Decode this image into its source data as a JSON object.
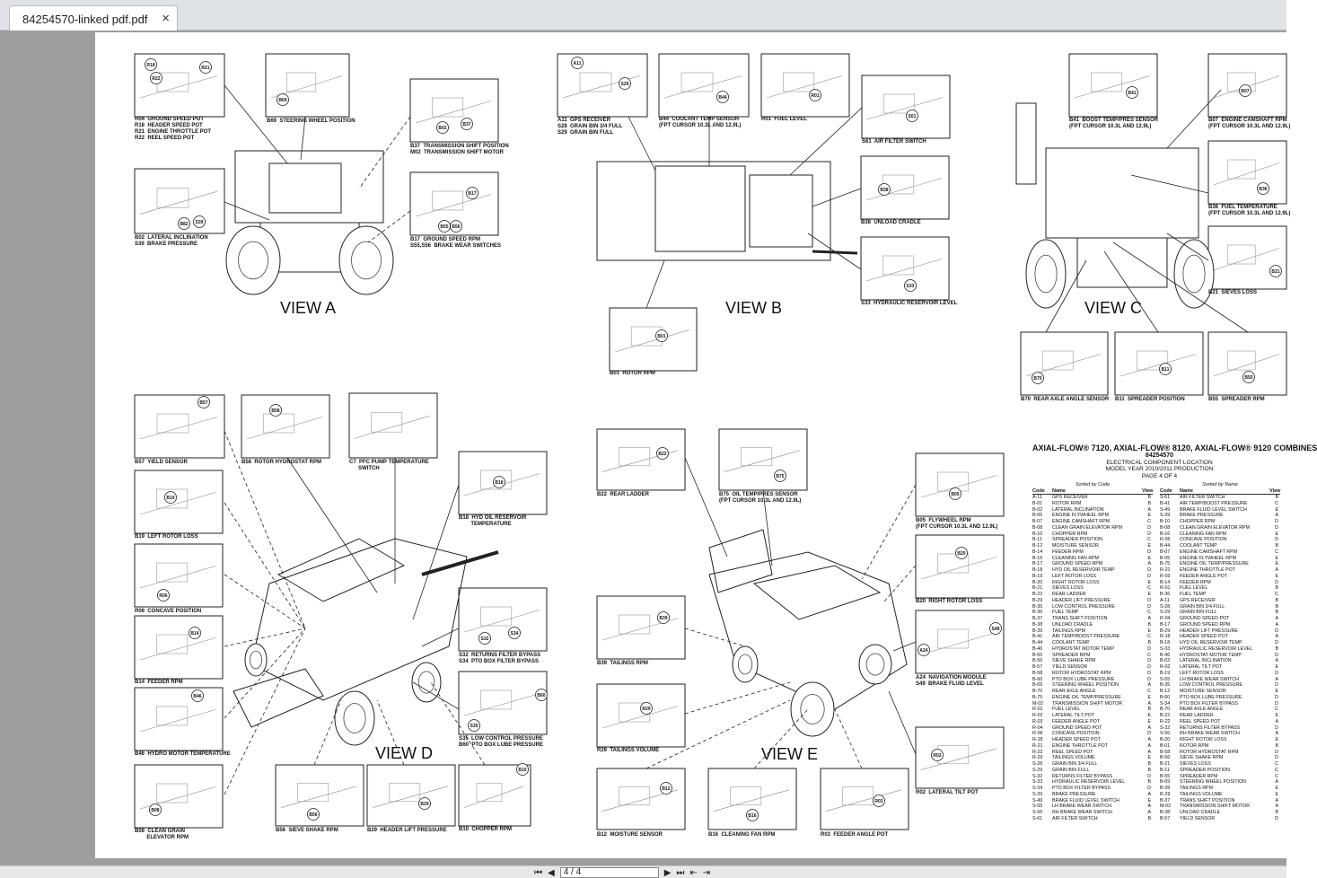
{
  "tab": {
    "title": "84254570-linked pdf.pdf",
    "close": "×"
  },
  "nav": {
    "page_field": "4 / 4"
  },
  "views": [
    "VIEW A",
    "VIEW B",
    "VIEW C",
    "VIEW D",
    "VIEW E"
  ],
  "captions": {
    "a1": "R04  GROUND SPEED POT\nR18  HEADER SPEED POT\nR21  ENGINE THROTTLE POT\nR22  REEL SPEED POT",
    "a2": "B69  STEERING WHEEL POSITION",
    "a3": "B37  TRANSMISSION SHIFT POSITION\nM02  TRANSMISSION SHIFT MOTOR",
    "a4": "B02  LATERAL INCLINATION\nS39  BRAKE PRESSURE",
    "a5": "B17  GROUND SPEED RPM\nS55,S56  BRAKE WEAR SWITCHES",
    "b1": "A11  GPS RECEIVER\nS28  GRAIN BIN 3/4 FULL\nS29  GRAIN BIN FULL",
    "b2": "B44  COOLANT TEMP SENSOR\n(FPT CURSOR 10.3L AND 12.9L)",
    "b3": "R01  FUEL LEVEL",
    "b4": "S61  AIR FILTER SWITCH",
    "b5": "B38  UNLOAD CRADLE",
    "b6": "S33  HYDRAULIC RESERVOIR LEVEL",
    "b7": "B01  ROTOR RPM",
    "c1": "B41  BOOST TEMP/PRES SENSOR\n(FPT CURSOR 10.3L AND 12.9L)",
    "c2": "B07  ENGINE CAMSHAFT RPM\n(FPT CURSOR 10.3L AND 12.9L)",
    "c3": "B36  FUEL TEMPERATURE\n(FPT CURSOR 10.3L AND 12.9L)",
    "c4": "B21  SIEVES LOSS",
    "c5": "B70  REAR AXLE ANGLE SENSOR",
    "c6": "B11  SPREADER POSITION",
    "c7": "B55  SPREADER RPM",
    "d1": "B57  YIELD SENSOR",
    "d2": "B58  ROTOR HYDROSTAT RPM",
    "d3": "C7  PFC PUMP TEMPERATURE\n      SWITCH",
    "d4": "B18  HYD OIL RESERVOIR\n        TEMPERATURE",
    "d5": "B19  LEFT ROTOR LOSS",
    "d6": "R06  CONCAVE POSITION",
    "d7": "B14  FEEDER RPM",
    "d8": "B46  HYDRO MOTOR TEMPERATURE",
    "d9": "B08  CLEAN GRAIN\n        ELEVATOR RPM",
    "d10": "S32  RETURNS FILTER BYPASS\nS34  PTO BOX FILTER BYPASS",
    "d11": "S35  LOW CONTROL PRESSURE\nB60  PTO BOX LUBE PRESSURE",
    "d12": "B56  SIEVE SHAKE RPM",
    "d13": "B29  HEADER LIFT PRESSURE",
    "d14": "B10  CHOPPER RPM",
    "e1": "B22  REAR LADDER",
    "e2": "B75  OIL TEMP/PRES SENSOR\n(FPT CURSOR 10.3L AND 12.9L)",
    "e3": "B05  FLYWHEEL RPM\n(FPT CURSOR 10.3L AND 12.9L)",
    "e4": "B20  RIGHT ROTOR LOSS",
    "e5": "A24  NAVIGATION MODULE\nS49  BRAKE FLUID LEVEL",
    "e6": "B39  TAILINGS RPM",
    "e7": "R29  TAILINGS VOLUME",
    "e8": "B12  MOISTURE SENSOR",
    "e9": "B16  CLEANING FAN RPM",
    "e10": "R03  FEEDER ANGLE POT",
    "e11": "R02  LATERAL TILT POT"
  },
  "callouts": {
    "a": [
      "R18",
      "R21",
      "R22",
      "B69",
      "B37",
      "B02",
      "B82",
      "S39",
      "B17",
      "B55",
      "B56"
    ],
    "b": [
      "A11",
      "S29",
      "B44",
      "R01",
      "S61",
      "B38",
      "S33",
      "B01"
    ],
    "c": [
      "B41",
      "B07",
      "B36",
      "B21",
      "B70",
      "B11",
      "B55"
    ],
    "d": [
      "B57",
      "B58",
      "B18",
      "B19",
      "R06",
      "B14",
      "B46",
      "B08",
      "S32",
      "S34",
      "S35",
      "B60",
      "B56",
      "B29",
      "B10"
    ],
    "e": [
      "B22",
      "B75",
      "B05",
      "B20",
      "A24",
      "S49",
      "B39",
      "R29",
      "B12",
      "B16",
      "R03",
      "R02"
    ]
  },
  "legend": {
    "title": "AXIAL-FLOW® 7120, AXIAL-FLOW® 8120, AXIAL-FLOW® 9120 COMBINES",
    "number": "84254570",
    "line1": "ELECTRICAL COMPONENT LOCATION",
    "line2": "MODEL YEAR 2010/2011 PRODUCTION",
    "line3": "PAGE 4 OF 4",
    "sort_code": "Sorted by Code",
    "sort_name": "Sorted by Name",
    "head": {
      "code": "Code",
      "name": "Name",
      "view": "View"
    },
    "by_code": [
      [
        "A-11",
        "GPS RECEIVER",
        "B"
      ],
      [
        "B-01",
        "ROTOR RPM",
        "B"
      ],
      [
        "B-02",
        "LATERAL INCLINATION",
        "A"
      ],
      [
        "B-05",
        "ENGINE FLYWHEEL RPM",
        "E"
      ],
      [
        "B-07",
        "ENGINE CAMSHAFT RPM",
        "C"
      ],
      [
        "B-08",
        "CLEAN GRAIN ELEVATOR RPM",
        "D"
      ],
      [
        "B-10",
        "CHOPPER RPM",
        "D"
      ],
      [
        "B-11",
        "SPREADER POSITION",
        "C"
      ],
      [
        "B-12",
        "MOISTURE SENSOR",
        "E"
      ],
      [
        "B-14",
        "FEEDER RPM",
        "D"
      ],
      [
        "B-16",
        "CLEANING FAN RPM",
        "E"
      ],
      [
        "B-17",
        "GROUND SPEED RPM",
        "A"
      ],
      [
        "B-18",
        "HYD OIL RESERVOIR TEMP",
        "D"
      ],
      [
        "B-19",
        "LEFT ROTOR LOSS",
        "D"
      ],
      [
        "B-20",
        "RIGHT ROTOR LOSS",
        "E"
      ],
      [
        "B-21",
        "SIEVES LOSS",
        "C"
      ],
      [
        "B-22",
        "REAR LADDER",
        "E"
      ],
      [
        "B-29",
        "HEADER LIFT PRESSURE",
        "D"
      ],
      [
        "B-35",
        "LOW CONTROL PRESSURE",
        "D"
      ],
      [
        "B-36",
        "FUEL TEMP",
        "C"
      ],
      [
        "B-37",
        "TRANS SHIFT POSITION",
        "A"
      ],
      [
        "B-38",
        "UNLOAD CRADLE",
        "B"
      ],
      [
        "B-39",
        "TAILINGS RPM",
        "E"
      ],
      [
        "B-41",
        "AIR TEMP/BOOST PRESSURE",
        "C"
      ],
      [
        "B-44",
        "COOLANT TEMP",
        "B"
      ],
      [
        "B-46",
        "HYDROSTAT MOTOR TEMP",
        "D"
      ],
      [
        "B-55",
        "SPREADER RPM",
        "C"
      ],
      [
        "B-56",
        "SIEVE SHAKE RPM",
        "D"
      ],
      [
        "B-57",
        "YIELD SENSOR",
        "D"
      ],
      [
        "B-58",
        "ROTOR HYDROSTAT RPM",
        "D"
      ],
      [
        "B-60",
        "PTO BOX LUBE PRESSURE",
        "D"
      ],
      [
        "B-69",
        "STEERING WHEEL POSITION",
        "A"
      ],
      [
        "B-70",
        "REAR AXLE ANGLE",
        "C"
      ],
      [
        "B-75",
        "ENGINE OIL TEMP/PRESSURE",
        "E"
      ],
      [
        "M-02",
        "TRANSMISSION SHIFT MOTOR",
        "A"
      ],
      [
        "R-01",
        "FUEL LEVEL",
        "B"
      ],
      [
        "R-02",
        "LATERAL TILT POT",
        "E"
      ],
      [
        "R-03",
        "FEEDER ANGLE POT",
        "E"
      ],
      [
        "R-04",
        "GROUND SPEED POT",
        "A"
      ],
      [
        "R-06",
        "CONCAVE POSITION",
        "D"
      ],
      [
        "R-18",
        "HEADER SPEED POT",
        "A"
      ],
      [
        "R-21",
        "ENGINE THROTTLE POT",
        "A"
      ],
      [
        "R-22",
        "REEL SPEED POT",
        "A"
      ],
      [
        "R-29",
        "TAILINGS VOLUME",
        "E"
      ],
      [
        "S-28",
        "GRAIN BIN 3/4 FULL",
        "B"
      ],
      [
        "S-29",
        "GRAIN BIN FULL",
        "B"
      ],
      [
        "S-32",
        "RETURNS FILTER BYPASS",
        "D"
      ],
      [
        "S-33",
        "HYDRAULIC RESERVOIR LEVEL",
        "B"
      ],
      [
        "S-34",
        "PTO BOX FILTER BYPASS",
        "D"
      ],
      [
        "S-39",
        "BRAKE PRESSURE",
        "A"
      ],
      [
        "S-49",
        "BRAKE FLUID LEVEL SWITCH",
        "E"
      ],
      [
        "S-55",
        "LH BRAKE WEAR SWITCH",
        "A"
      ],
      [
        "S-56",
        "RH BRAKE WEAR SWITCH",
        "A"
      ],
      [
        "S-61",
        "AIR FILTER SWITCH",
        "B"
      ]
    ],
    "by_name": [
      [
        "S-61",
        "AIR FILTER SWITCH",
        "B"
      ],
      [
        "B-41",
        "AIR TEMP/BOOST PRESSURE",
        "C"
      ],
      [
        "S-49",
        "BRAKE FLUID LEVEL SWITCH",
        "E"
      ],
      [
        "S-39",
        "BRAKE PRESSURE",
        "A"
      ],
      [
        "B-10",
        "CHOPPER RPM",
        "D"
      ],
      [
        "B-08",
        "CLEAN GRAIN ELEVATOR RPM",
        "D"
      ],
      [
        "B-16",
        "CLEANING FAN RPM",
        "E"
      ],
      [
        "R-06",
        "CONCAVE POSITION",
        "D"
      ],
      [
        "B-44",
        "COOLANT TEMP",
        "B"
      ],
      [
        "B-07",
        "ENGINE CAMSHAFT RPM",
        "C"
      ],
      [
        "B-05",
        "ENGINE FLYWHEEL RPM",
        "E"
      ],
      [
        "B-75",
        "ENGINE OIL TEMP/PRESSURE",
        "E"
      ],
      [
        "R-21",
        "ENGINE THROTTLE POT",
        "A"
      ],
      [
        "R-03",
        "FEEDER ANGLE POT",
        "E"
      ],
      [
        "B-14",
        "FEEDER RPM",
        "D"
      ],
      [
        "R-01",
        "FUEL LEVEL",
        "B"
      ],
      [
        "B-36",
        "FUEL TEMP",
        "C"
      ],
      [
        "A-11",
        "GPS RECEIVER",
        "B"
      ],
      [
        "S-28",
        "GRAIN BIN 3/4 FULL",
        "B"
      ],
      [
        "S-29",
        "GRAIN BIN FULL",
        "B"
      ],
      [
        "R-04",
        "GROUND SPEED POT",
        "A"
      ],
      [
        "B-17",
        "GROUND SPEED RPM",
        "A"
      ],
      [
        "B-29",
        "HEADER LIFT PRESSURE",
        "D"
      ],
      [
        "R-18",
        "HEADER SPEED POT",
        "A"
      ],
      [
        "B-18",
        "HYD OIL RESERVOIR TEMP",
        "D"
      ],
      [
        "S-33",
        "HYDRAULIC RESERVOIR LEVEL",
        "B"
      ],
      [
        "B-46",
        "HYDROSTAT MOTOR TEMP",
        "D"
      ],
      [
        "B-02",
        "LATERAL INCLINATION",
        "A"
      ],
      [
        "R-02",
        "LATERAL TILT POT",
        "E"
      ],
      [
        "B-19",
        "LEFT ROTOR LOSS",
        "D"
      ],
      [
        "S-55",
        "LH BRAKE WEAR SWITCH",
        "A"
      ],
      [
        "B-35",
        "LOW CONTROL PRESSURE",
        "D"
      ],
      [
        "B-12",
        "MOISTURE SENSOR",
        "E"
      ],
      [
        "B-60",
        "PTO BOX LUBE PRESSURE",
        "D"
      ],
      [
        "S-34",
        "PTO BOX FILTER BYPASS",
        "D"
      ],
      [
        "B-70",
        "REAR AXLE ANGLE",
        "C"
      ],
      [
        "B-22",
        "REAR LADDER",
        "E"
      ],
      [
        "R-22",
        "REEL SPEED POT",
        "A"
      ],
      [
        "S-32",
        "RETURNS FILTER BYPASS",
        "D"
      ],
      [
        "S-56",
        "RH BRAKE WEAR SWITCH",
        "A"
      ],
      [
        "B-20",
        "RIGHT ROTOR LOSS",
        "E"
      ],
      [
        "B-01",
        "ROTOR RPM",
        "B"
      ],
      [
        "B-58",
        "ROTOR HYDROSTAT RPM",
        "D"
      ],
      [
        "B-56",
        "SIEVE SHAKE RPM",
        "D"
      ],
      [
        "B-21",
        "SIEVES LOSS",
        "C"
      ],
      [
        "B-11",
        "SPREADER POSITION",
        "C"
      ],
      [
        "B-55",
        "SPREADER RPM",
        "C"
      ],
      [
        "B-69",
        "STEERING WHEEL POSITION",
        "A"
      ],
      [
        "B-39",
        "TAILINGS RPM",
        "E"
      ],
      [
        "R-29",
        "TAILINGS VOLUME",
        "E"
      ],
      [
        "B-37",
        "TRANS SHIFT POSITION",
        "A"
      ],
      [
        "M-02",
        "TRANSMISSION SHIFT MOTOR",
        "A"
      ],
      [
        "B-38",
        "UNLOAD CRADLE",
        "B"
      ],
      [
        "B-57",
        "YIELD SENSOR",
        "D"
      ]
    ]
  }
}
